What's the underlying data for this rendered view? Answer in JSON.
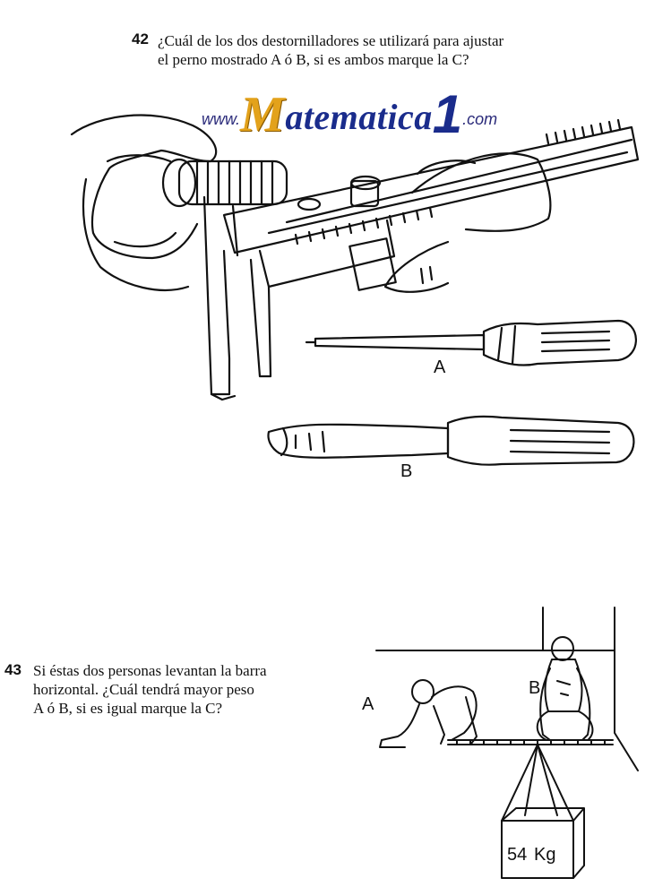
{
  "q42": {
    "number": "42",
    "line1": "¿Cuál de los dos destornilladores se utilizará para ajustar",
    "line2": "el perno mostrado A ó B, si es ambos marque la C?",
    "label_a": "A",
    "label_b": "B"
  },
  "watermark": {
    "prefix": "www.",
    "first_letter": "M",
    "name": "atematica",
    "digit": "1",
    "suffix": ".com"
  },
  "q43": {
    "number": "43",
    "line1": "Si éstas dos personas levantan la barra",
    "line2": "horizontal. ¿Cuál tendrá mayor peso",
    "line3": "A ó B, si es igual marque la C?",
    "label_a": "A",
    "label_b": "B",
    "weight_value": "54",
    "weight_unit": "Kg"
  }
}
